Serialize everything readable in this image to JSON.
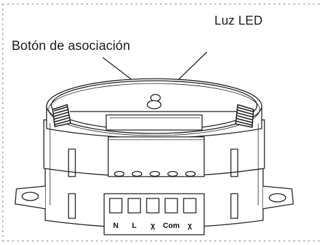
{
  "labels": {
    "led": "Luz LED",
    "association_button": "Botón de asociación"
  },
  "terminals": [
    "N",
    "L",
    "χ",
    "Com",
    "χ"
  ],
  "colors": {
    "line": "#1a1a1a",
    "border_dots": "#9a9a9a",
    "background": "#ffffff"
  }
}
